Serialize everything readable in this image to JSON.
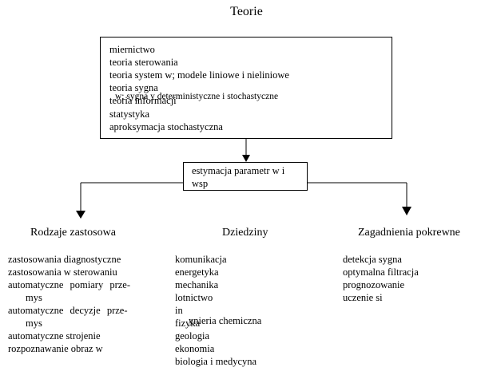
{
  "title": "Teorie",
  "theories": [
    "miernictwo",
    "teoria sterowania",
    "teoria system  w; modele liniowe i nieliniowe",
    "teoria sygna",
    "teoria informacji",
    "w; sygna  y deterministyczne i stochastyczne",
    "statystyka",
    "aproksymacja stochastyczna"
  ],
  "estimation": {
    "line1": "estymacja parametr  w i",
    "line2": "wsp"
  },
  "columns": {
    "left": {
      "heading": "Rodzaje zastosowa",
      "items": [
        "zastosowania  diagnostyczne",
        "zastosowania w sterowaniu",
        "automatyczne  pomiary  prze-",
        "mys",
        "automatyczne  decyzje  prze-",
        "mys",
        "automatyczne strojenie",
        "rozpoznawanie obraz  w"
      ]
    },
    "middle": {
      "heading": "Dziedziny",
      "items": [
        "komunikacja",
        "energetyka",
        "mechanika",
        "lotnictwo",
        "in",
        "fizyka",
        "ynieria chemiczna",
        "geologia",
        "ekonomia",
        "biologia i medycyna"
      ]
    },
    "right": {
      "heading": "Zagadnienia pokrewne",
      "items": [
        "detekcja sygna",
        "optymalna filtracja",
        "prognozowanie",
        "uczenie si"
      ]
    }
  }
}
